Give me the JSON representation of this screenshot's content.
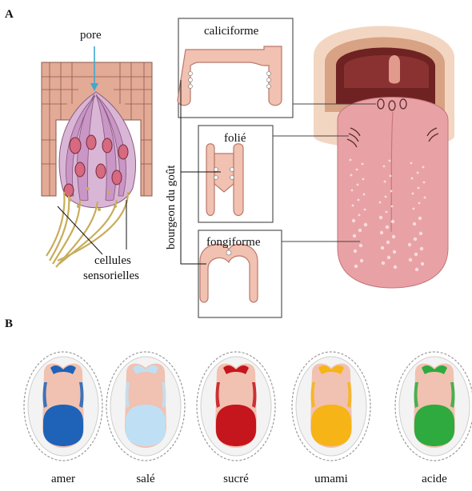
{
  "panel_a": {
    "letter": "A",
    "labels": {
      "pore": "pore",
      "cells_line1": "cellules",
      "cells_line2": "sensorielles",
      "taste_bud": "bourgeon du goût",
      "caliciforme": "caliciforme",
      "folie": "folié",
      "fongiforme": "fongiforme"
    }
  },
  "panel_b": {
    "letter": "B",
    "tastes": [
      {
        "name": "amer",
        "color": "#1f63b8"
      },
      {
        "name": "salé",
        "color": "#bfe0f4"
      },
      {
        "name": "sucré",
        "color": "#c4161c"
      },
      {
        "name": "umami",
        "color": "#f6b416"
      },
      {
        "name": "acide",
        "color": "#2eaa3e"
      }
    ]
  },
  "colors": {
    "tissue": "#f1c1b1",
    "tissue_stroke": "#b9796a",
    "tongue": "#e69a9e",
    "mouth_dark": "#6e2222"
  }
}
